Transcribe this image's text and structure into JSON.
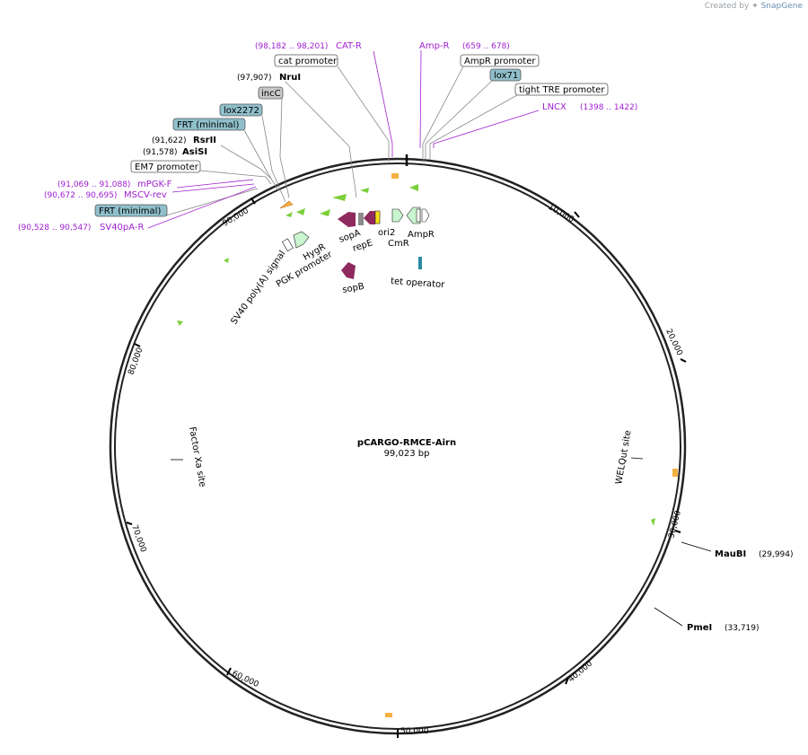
{
  "credit": {
    "prefix": "Created by",
    "brand": "SnapGene"
  },
  "plasmid": {
    "name": "pCARGO-RMCE-Airn",
    "length": "99,023 bp"
  },
  "ticks": [
    "10,000",
    "20,000",
    "30,000",
    "40,000",
    "50,000",
    "60,000",
    "70,000",
    "80,000",
    "90,000"
  ],
  "sites": [
    {
      "name": "NruI",
      "coord": "(97,907)"
    },
    {
      "name": "RsrII",
      "coord": "(91,622)"
    },
    {
      "name": "AsiSI",
      "coord": "(91,578)"
    },
    {
      "name": "MauBI",
      "coord": "(29,994)"
    },
    {
      "name": "PmeI",
      "coord": "(33,719)"
    }
  ],
  "primers": [
    {
      "name": "CAT-R",
      "coord": "(98,182 .. 98,201)"
    },
    {
      "name": "Amp-R",
      "coord": "(659 .. 678)"
    },
    {
      "name": "LNCX",
      "coord": "(1398 .. 1422)"
    },
    {
      "name": "mPGK-F",
      "coord": "(91,069 .. 91,088)"
    },
    {
      "name": "MSCV-rev",
      "coord": "(90,672 .. 90,695)"
    },
    {
      "name": "SV40pA-R",
      "coord": "(90,528 .. 90,547)"
    }
  ],
  "boxed_features": [
    "cat promoter",
    "AmpR promoter",
    "lox71",
    "tight TRE promoter",
    "incC",
    "lox2272",
    "FRT (minimal)",
    "EM7 promoter",
    "FRT (minimal)"
  ],
  "feature_labels": [
    "sopA",
    "repE",
    "ori2",
    "CmR",
    "AmpR",
    "HygR",
    "PGK promoter",
    "SV40 poly(A) signal",
    "sopB",
    "tet operator",
    "Factor Xa site",
    "WELQut site"
  ],
  "colors": {
    "primer": "#a020d0",
    "promoter_box": "#ffffff",
    "marker_box": "#8fbfcb",
    "gray_box": "#c8c8c8",
    "gene_purple": "#8e2a5e",
    "gene_green": "#c9f5cf",
    "arrow_orange": "#f5b041",
    "arrow_lightgreen": "#7ccf3a",
    "backbone": "#222222"
  }
}
